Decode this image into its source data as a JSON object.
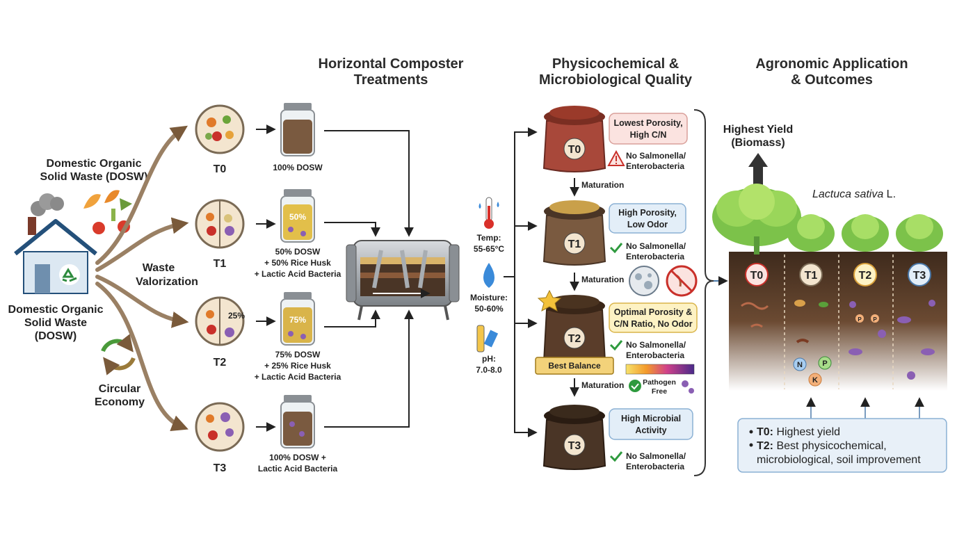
{
  "headers": {
    "composter": [
      "Horizontal Composter",
      "Treatments"
    ],
    "quality": [
      "Physicochemical &",
      "Microbiological Quality"
    ],
    "outcomes": [
      "Agronomic Application",
      "& Outcomes"
    ]
  },
  "source": {
    "top_label": [
      "Domestic Organic",
      "Solid Waste (DOSW)"
    ],
    "house_label": [
      "Domestic Organic",
      "Solid Waste",
      "(DOSW)"
    ],
    "valorization": [
      "Waste",
      "Valorization"
    ],
    "circular": [
      "Circular",
      "Economy"
    ]
  },
  "treatments": [
    {
      "id": "T0",
      "pct": "",
      "lines": [
        "100% DOSW"
      ]
    },
    {
      "id": "T1",
      "pct": "50%",
      "lines": [
        "50% DOSW",
        "+ 50% Rice Husk",
        "+ Lactic Acid Bacteria"
      ]
    },
    {
      "id": "T2",
      "pct": "75%",
      "plate_pct": "25%",
      "lines": [
        "75% DOSW",
        "+ 25% Rice Husk",
        "+ Lactic Acid Bacteria"
      ]
    },
    {
      "id": "T3",
      "pct": "",
      "lines": [
        "100% DOSW +",
        "Lactic Acid Bacteria"
      ]
    }
  ],
  "conditions": {
    "temp": [
      "Temp:",
      "55-65°C"
    ],
    "moisture": [
      "Moisture:",
      "50-60%"
    ],
    "ph": [
      "pH:",
      "7.0-8.0"
    ]
  },
  "quality": {
    "t0_box": [
      "Lowest Porosity,",
      "High C/N"
    ],
    "t1_box": [
      "High Porosity,",
      "Low Odor"
    ],
    "t2_box": [
      "Optimal Porosity &",
      "C/N Ratio, No Odor"
    ],
    "t3_box": [
      "High Microbial",
      "Activity"
    ],
    "pathogen": [
      "No Salmonella/",
      "Enterobacteria"
    ],
    "maturation": "Maturation",
    "best_balance": "Best Balance",
    "pathogen_free": [
      "Pathogen",
      "Free"
    ],
    "colors": {
      "t0_box": "#fbe3e0",
      "t1_box": "#e3eef8",
      "t2_box": "#fdf2c4",
      "t3_box": "#e3eef8"
    }
  },
  "outcomes": {
    "highest_yield": [
      "Highest Yield",
      "(Biomass)"
    ],
    "species": "Lactuca sativa",
    "species_suffix": " L.",
    "plots": [
      "T0",
      "T1",
      "T2",
      "T3"
    ],
    "nutrients": [
      "N",
      "P",
      "K"
    ],
    "nutrient_small": [
      "P",
      "P"
    ],
    "summary": [
      {
        "key": "T0:",
        "text": " Highest yield"
      },
      {
        "key": "T2:",
        "text": " Best physicochemical,"
      },
      {
        "key": "",
        "text": "microbiological, soil improvement"
      }
    ]
  }
}
